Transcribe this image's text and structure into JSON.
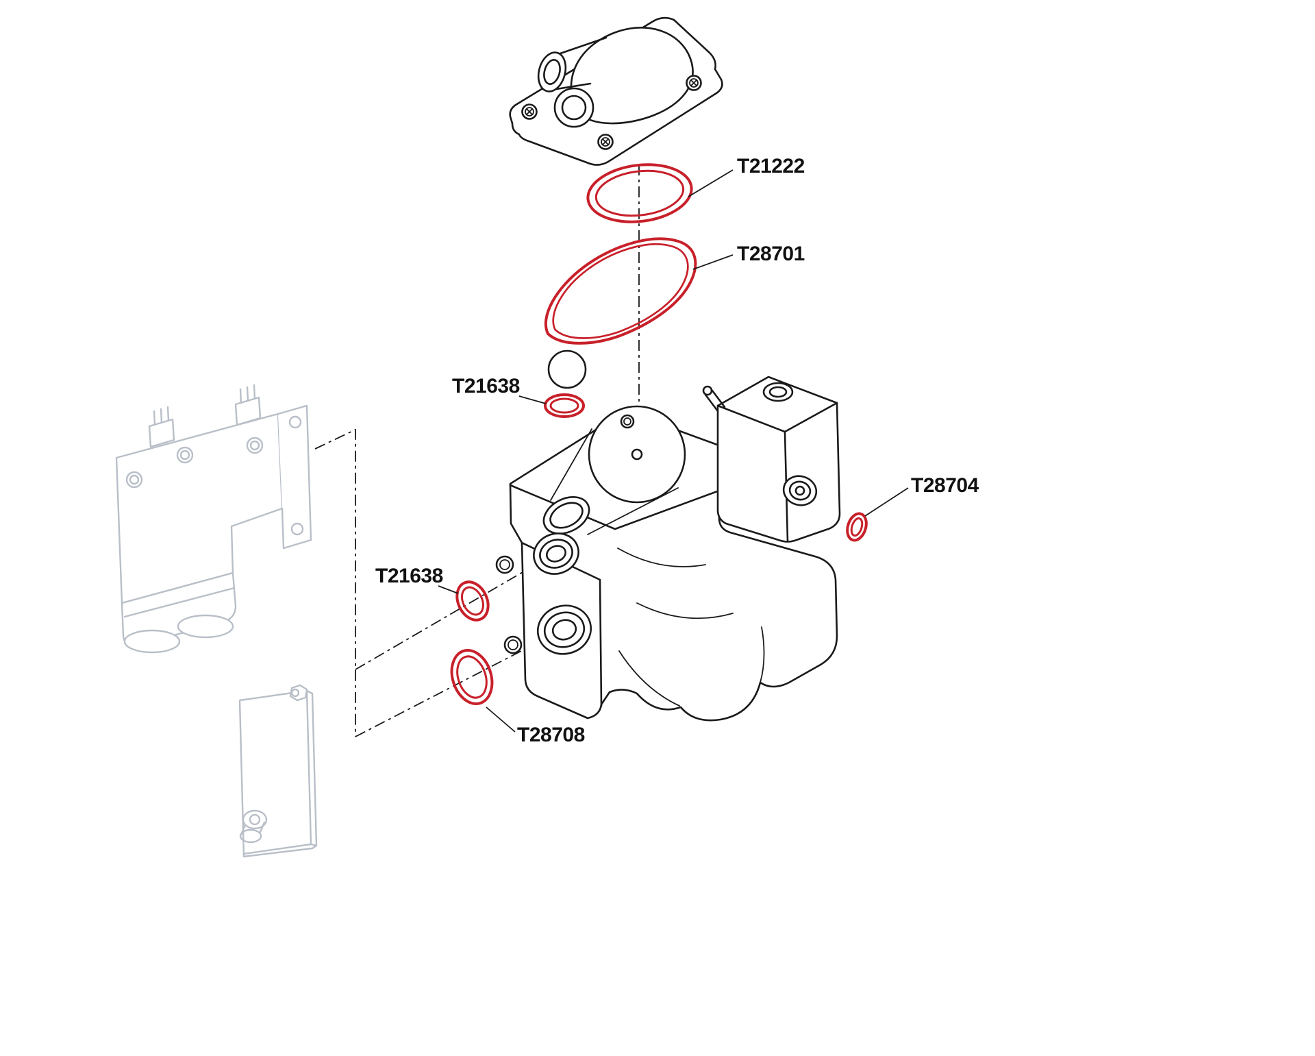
{
  "diagram": {
    "kind": "exploded-parts-diagram",
    "background": "#ffffff",
    "colors": {
      "outline": "#1a1a1a",
      "ghost": "#b9bfc8",
      "highlight": "#c8202a",
      "label_text": "#111111"
    },
    "labels": {
      "t21222": "T21222",
      "t28701": "T28701",
      "t21638_upper": "T21638",
      "t28704": "T28704",
      "t21638_left": "T21638",
      "t28708": "T28708"
    },
    "highlighted_parts": [
      {
        "label": "T21222",
        "highlight": "#c8202a"
      },
      {
        "label": "T28701",
        "highlight": "#c8202a"
      },
      {
        "label": "T21638",
        "highlight": "#c8202a"
      },
      {
        "label": "T28704",
        "highlight": "#c8202a"
      },
      {
        "label": "T21638",
        "highlight": "#c8202a"
      },
      {
        "label": "T28708",
        "highlight": "#c8202a"
      }
    ]
  }
}
